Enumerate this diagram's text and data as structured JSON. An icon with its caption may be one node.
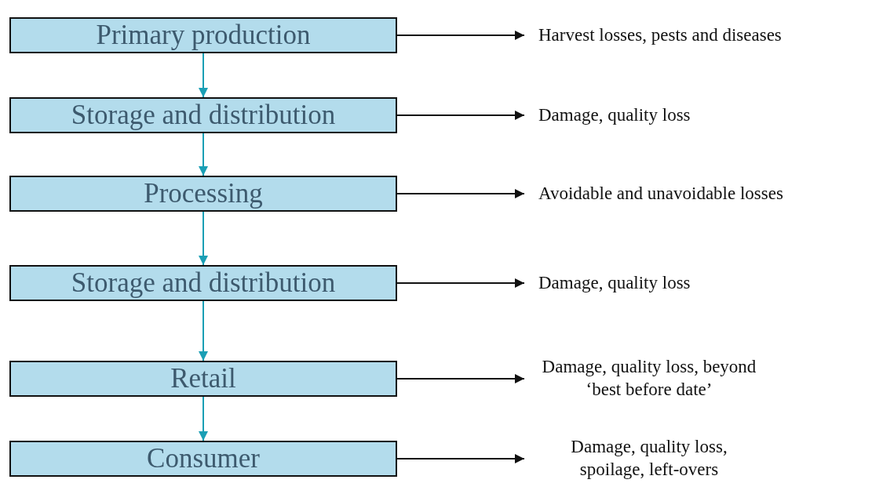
{
  "diagram": {
    "nodes": [
      {
        "text": [
          "Primary production"
        ]
      },
      {
        "text": [
          "Storage and distribution"
        ]
      },
      {
        "text": [
          "Processing"
        ]
      },
      {
        "text": [
          "Storage and distribution"
        ]
      },
      {
        "text": [
          "Retail"
        ]
      },
      {
        "text": [
          "Consumer"
        ]
      },
      {
        "text": [
          "Harvest losses, pests and diseases"
        ]
      },
      {
        "text": [
          "Damage, quality loss"
        ]
      },
      {
        "text": [
          "Avoidable and unavoidable losses"
        ]
      },
      {
        "text": [
          "Damage, quality loss"
        ]
      },
      {
        "text": [
          "Damage, quality loss, beyond ‘best before date’"
        ]
      },
      {
        "text": [
          "Damage, quality loss, spoilage, left-overs"
        ]
      }
    ],
    "edges": [
      {
        "from": 0,
        "to": 1,
        "arrow": "to",
        "color": "#1a9fb5"
      },
      {
        "from": 1,
        "to": 2,
        "arrow": "to",
        "color": "#1a9fb5"
      },
      {
        "from": 2,
        "to": 3,
        "arrow": "to",
        "color": "#1a9fb5"
      },
      {
        "from": 3,
        "to": 4,
        "arrow": "to",
        "color": "#1a9fb5"
      },
      {
        "from": 4,
        "to": 5,
        "arrow": "to",
        "color": "#1a9fb5"
      },
      {
        "from": 0,
        "to": 6,
        "arrow": "to"
      },
      {
        "from": 1,
        "to": 7,
        "arrow": "to"
      },
      {
        "from": 2,
        "to": 8,
        "arrow": "to"
      },
      {
        "from": 3,
        "to": 9,
        "arrow": "to"
      },
      {
        "from": 4,
        "to": 10,
        "arrow": "to"
      },
      {
        "from": 5,
        "to": 11,
        "arrow": "to"
      }
    ]
  }
}
